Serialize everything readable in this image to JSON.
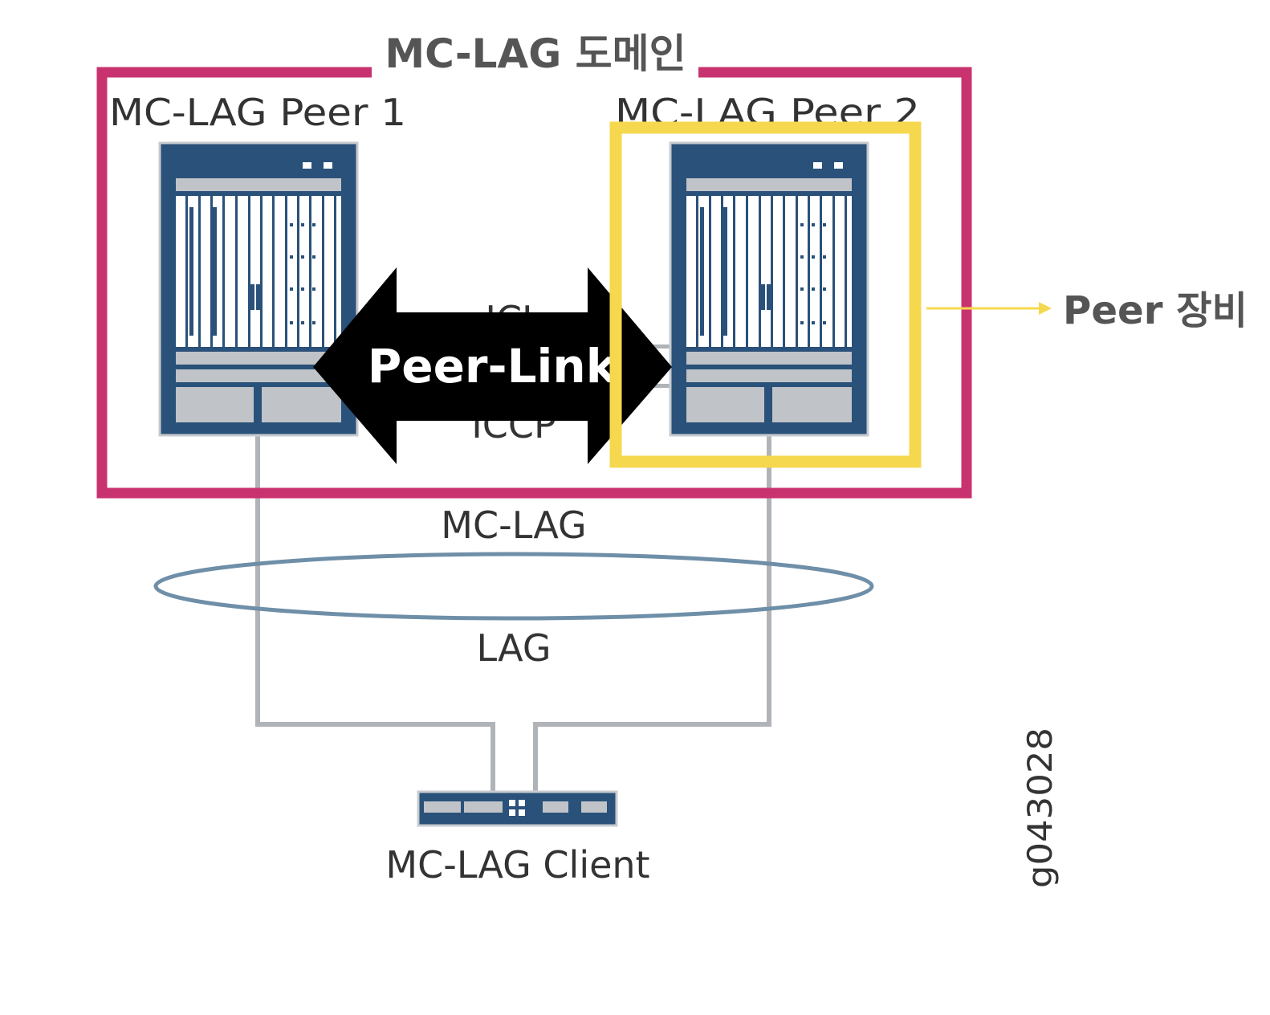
{
  "domain_title": "MC-LAG 도메인",
  "peer1_label": "MC-LAG Peer 1",
  "peer2_label": "MC-LAG Peer 2",
  "icl_label": "ICL",
  "iccp_label": "ICCP",
  "peer_link_label": "Peer-Link",
  "mclag_label": "MC-LAG",
  "lag_label": "LAG",
  "client_label": "MC-LAG Client",
  "figure_id": "g043028",
  "peer_device_label": "Peer 장비",
  "colors": {
    "domain_border": "#c8336f",
    "peer_highlight": "#f6d84f",
    "device_blue": "#2a5179",
    "link_gray": "#b0b3b7",
    "lag_ellipse": "#6f8fa8",
    "arrow": "#000000"
  }
}
